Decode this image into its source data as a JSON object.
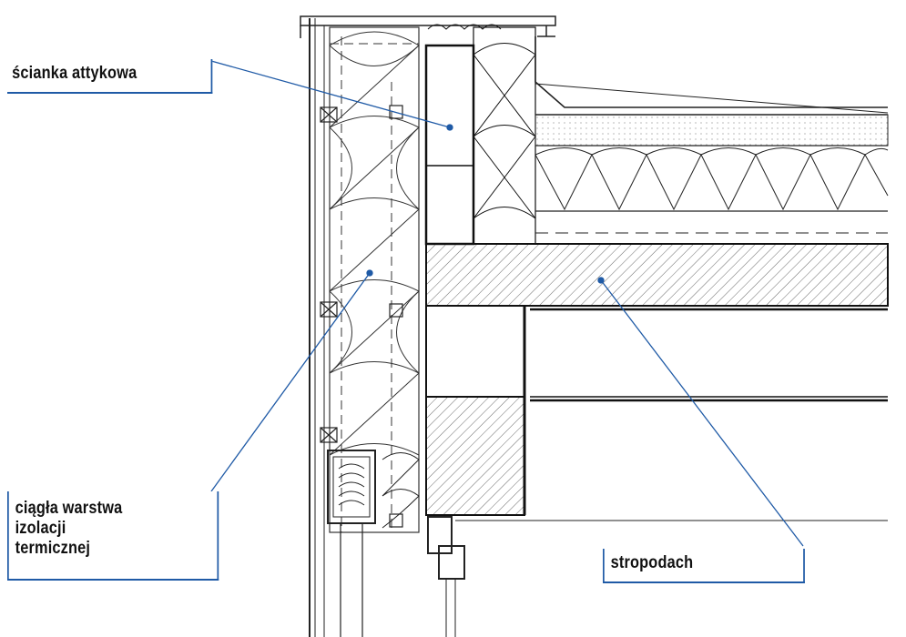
{
  "labels": {
    "attic_wall": "ścianka attykowa",
    "insulation_line1": "ciągła warstwa",
    "insulation_line2": "izolacji",
    "insulation_line3": "termicznej",
    "roof_slab": "stropodach"
  },
  "colors": {
    "leader": "#1f5aa6",
    "linework": "#222222",
    "hatch": "#555555",
    "text": "#111111"
  }
}
